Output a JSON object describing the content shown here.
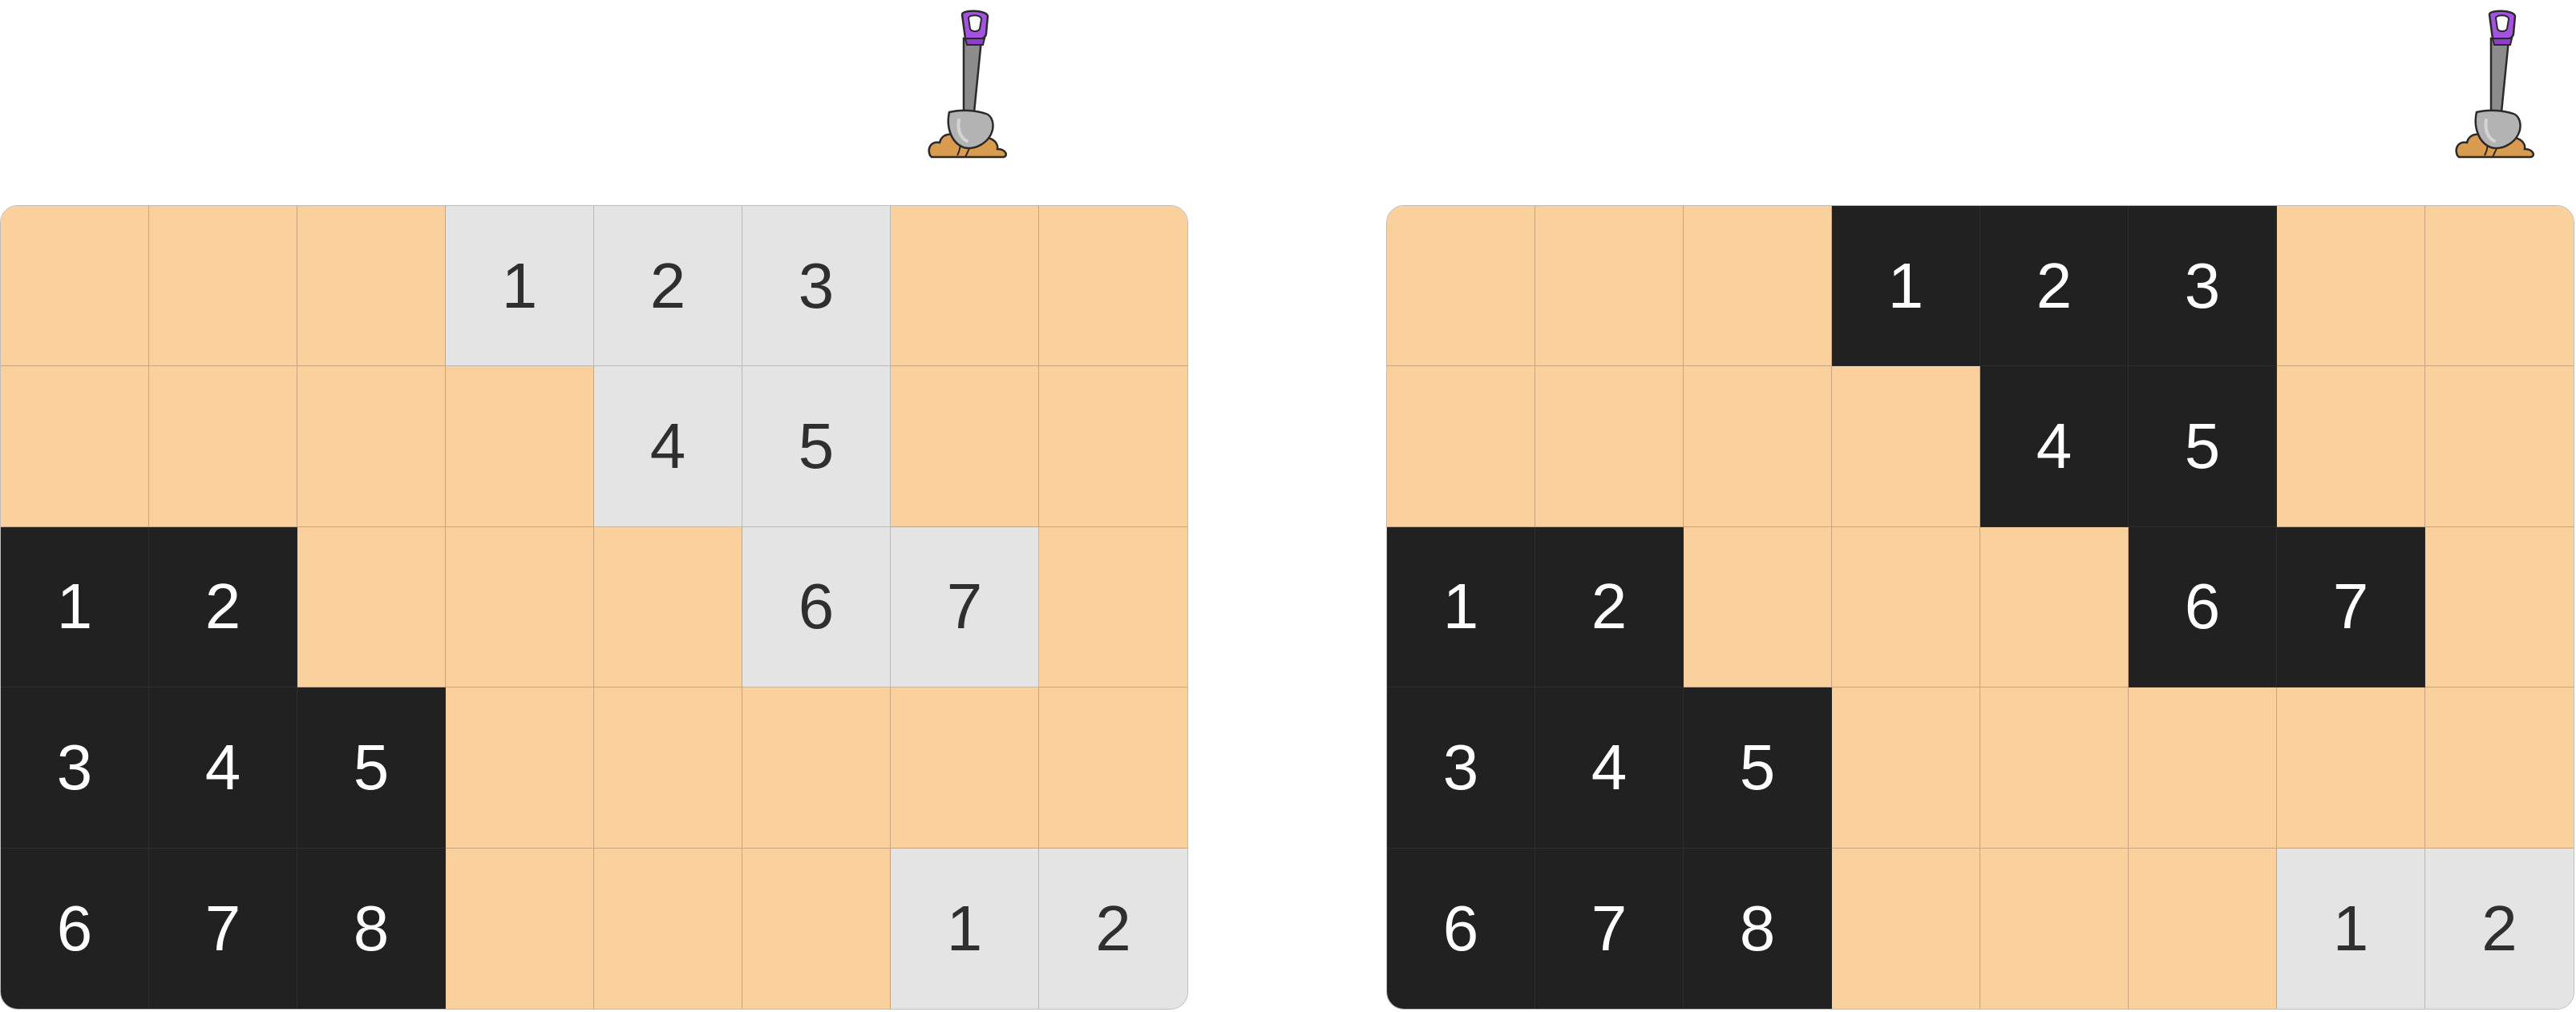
{
  "colors": {
    "empty": "#fad09d",
    "revealed": "#e4e4e4",
    "dug": "#212121",
    "shovel_handle": "#a452e0",
    "shovel_blade": "#b3b3b3",
    "dirt": "#d99b50"
  },
  "icons": {
    "tool": "shovel-icon"
  },
  "boards": [
    {
      "rows": [
        [
          {
            "s": "empty",
            "n": ""
          },
          {
            "s": "empty",
            "n": ""
          },
          {
            "s": "empty",
            "n": ""
          },
          {
            "s": "revealed",
            "n": "1"
          },
          {
            "s": "revealed",
            "n": "2"
          },
          {
            "s": "revealed",
            "n": "3"
          },
          {
            "s": "empty",
            "n": ""
          },
          {
            "s": "empty",
            "n": ""
          }
        ],
        [
          {
            "s": "empty",
            "n": ""
          },
          {
            "s": "empty",
            "n": ""
          },
          {
            "s": "empty",
            "n": ""
          },
          {
            "s": "empty",
            "n": ""
          },
          {
            "s": "revealed",
            "n": "4"
          },
          {
            "s": "revealed",
            "n": "5"
          },
          {
            "s": "empty",
            "n": ""
          },
          {
            "s": "empty",
            "n": ""
          }
        ],
        [
          {
            "s": "dug",
            "n": "1"
          },
          {
            "s": "dug",
            "n": "2"
          },
          {
            "s": "empty",
            "n": ""
          },
          {
            "s": "empty",
            "n": ""
          },
          {
            "s": "empty",
            "n": ""
          },
          {
            "s": "revealed",
            "n": "6"
          },
          {
            "s": "revealed",
            "n": "7"
          },
          {
            "s": "empty",
            "n": ""
          }
        ],
        [
          {
            "s": "dug",
            "n": "3"
          },
          {
            "s": "dug",
            "n": "4"
          },
          {
            "s": "dug",
            "n": "5"
          },
          {
            "s": "empty",
            "n": ""
          },
          {
            "s": "empty",
            "n": ""
          },
          {
            "s": "empty",
            "n": ""
          },
          {
            "s": "empty",
            "n": ""
          },
          {
            "s": "empty",
            "n": ""
          }
        ],
        [
          {
            "s": "dug",
            "n": "6"
          },
          {
            "s": "dug",
            "n": "7"
          },
          {
            "s": "dug",
            "n": "8"
          },
          {
            "s": "empty",
            "n": ""
          },
          {
            "s": "empty",
            "n": ""
          },
          {
            "s": "empty",
            "n": ""
          },
          {
            "s": "revealed",
            "n": "1"
          },
          {
            "s": "revealed",
            "n": "2"
          }
        ]
      ]
    },
    {
      "rows": [
        [
          {
            "s": "empty",
            "n": ""
          },
          {
            "s": "empty",
            "n": ""
          },
          {
            "s": "empty",
            "n": ""
          },
          {
            "s": "dug",
            "n": "1"
          },
          {
            "s": "dug",
            "n": "2"
          },
          {
            "s": "dug",
            "n": "3"
          },
          {
            "s": "empty",
            "n": ""
          },
          {
            "s": "empty",
            "n": ""
          }
        ],
        [
          {
            "s": "empty",
            "n": ""
          },
          {
            "s": "empty",
            "n": ""
          },
          {
            "s": "empty",
            "n": ""
          },
          {
            "s": "empty",
            "n": ""
          },
          {
            "s": "dug",
            "n": "4"
          },
          {
            "s": "dug",
            "n": "5"
          },
          {
            "s": "empty",
            "n": ""
          },
          {
            "s": "empty",
            "n": ""
          }
        ],
        [
          {
            "s": "dug",
            "n": "1"
          },
          {
            "s": "dug",
            "n": "2"
          },
          {
            "s": "empty",
            "n": ""
          },
          {
            "s": "empty",
            "n": ""
          },
          {
            "s": "empty",
            "n": ""
          },
          {
            "s": "dug",
            "n": "6"
          },
          {
            "s": "dug",
            "n": "7"
          },
          {
            "s": "empty",
            "n": ""
          }
        ],
        [
          {
            "s": "dug",
            "n": "3"
          },
          {
            "s": "dug",
            "n": "4"
          },
          {
            "s": "dug",
            "n": "5"
          },
          {
            "s": "empty",
            "n": ""
          },
          {
            "s": "empty",
            "n": ""
          },
          {
            "s": "empty",
            "n": ""
          },
          {
            "s": "empty",
            "n": ""
          },
          {
            "s": "empty",
            "n": ""
          }
        ],
        [
          {
            "s": "dug",
            "n": "6"
          },
          {
            "s": "dug",
            "n": "7"
          },
          {
            "s": "dug",
            "n": "8"
          },
          {
            "s": "empty",
            "n": ""
          },
          {
            "s": "empty",
            "n": ""
          },
          {
            "s": "empty",
            "n": ""
          },
          {
            "s": "revealed",
            "n": "1"
          },
          {
            "s": "revealed",
            "n": "2"
          }
        ]
      ]
    }
  ]
}
